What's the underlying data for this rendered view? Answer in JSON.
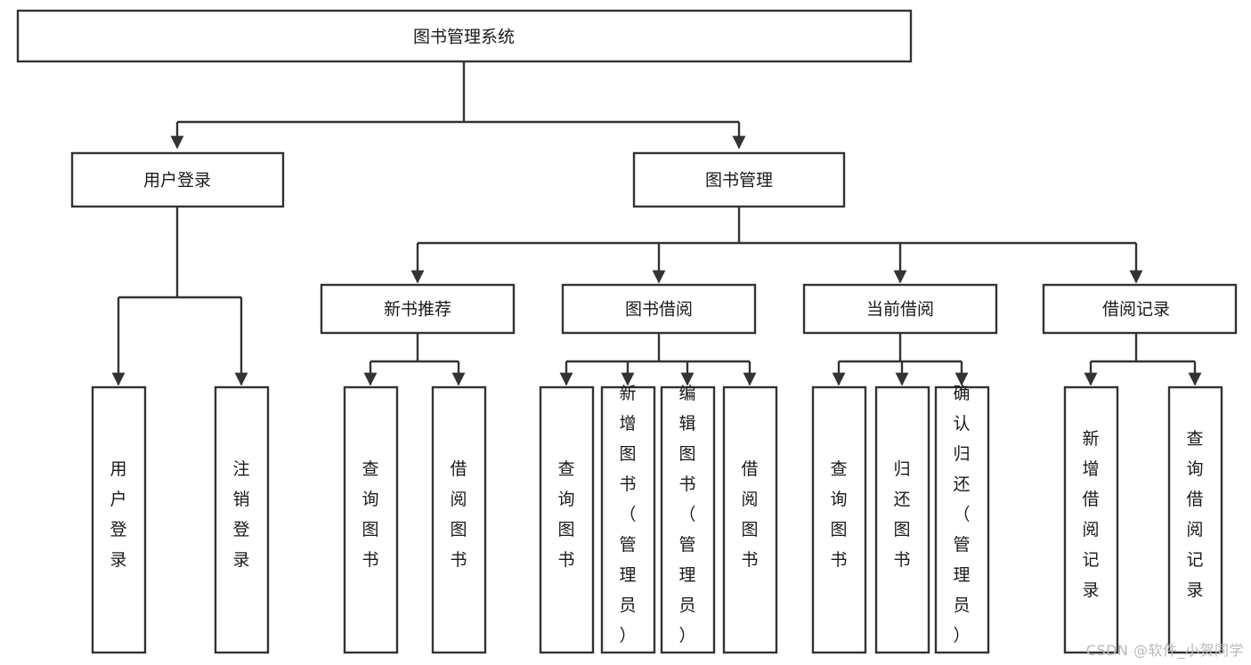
{
  "diagram": {
    "type": "tree-hierarchy",
    "title": "图书管理系统",
    "watermark": "CSDN @软件_小贺同学",
    "colors": {
      "stroke": "#333333",
      "fill": "#ffffff",
      "text": "#1a1a1a",
      "watermark": "#b9b9b9"
    },
    "levels": {
      "root": {
        "label": "图书管理系统"
      },
      "level1": [
        {
          "label": "用户登录"
        },
        {
          "label": "图书管理"
        }
      ],
      "level2": [
        {
          "label": "新书推荐"
        },
        {
          "label": "图书借阅"
        },
        {
          "label": "当前借阅"
        },
        {
          "label": "借阅记录"
        }
      ],
      "leaves": {
        "user_login": [
          {
            "label": "用户登录"
          },
          {
            "label": "注销登录"
          }
        ],
        "new_book_recommend": [
          {
            "label": "查询图书"
          },
          {
            "label": "借阅图书"
          }
        ],
        "book_borrow": [
          {
            "label": "查询图书"
          },
          {
            "label": "新增图书（管理员）"
          },
          {
            "label": "编辑图书（管理员）"
          },
          {
            "label": "借阅图书"
          }
        ],
        "current_borrow": [
          {
            "label": "查询图书"
          },
          {
            "label": "归还图书"
          },
          {
            "label": "确认归还（管理员）"
          }
        ],
        "borrow_record": [
          {
            "label": "新增借阅记录"
          },
          {
            "label": "查询借阅记录"
          }
        ]
      }
    }
  }
}
